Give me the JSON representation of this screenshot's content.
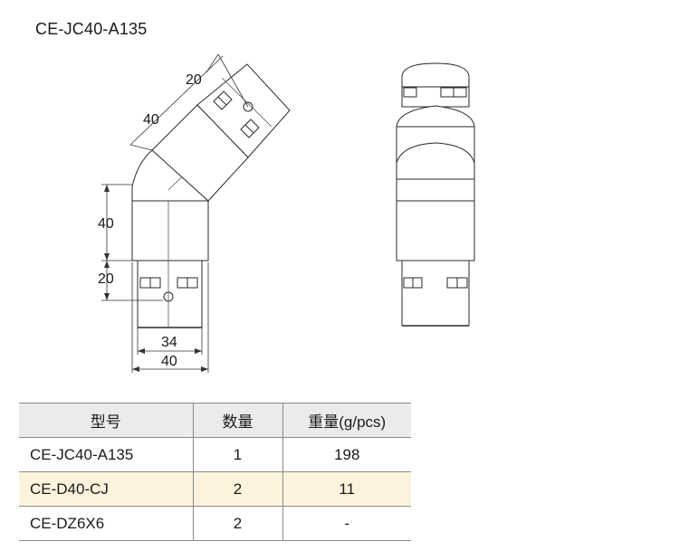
{
  "title": "CE-JC40-A135",
  "dimensions": {
    "d20_top": "20",
    "d40_angled": "40",
    "d40_left": "40",
    "d20_left": "20",
    "d34_bottom": "34",
    "d40_bottom": "40"
  },
  "table": {
    "headers": [
      "型号",
      "数量",
      "重量(g/pcs)"
    ],
    "rows": [
      [
        "CE-JC40-A135",
        "1",
        "198"
      ],
      [
        "CE-D40-CJ",
        "2",
        "11"
      ],
      [
        "CE-DZ6X6",
        "2",
        "-"
      ]
    ],
    "highlight_color": "#fdf3dd"
  }
}
